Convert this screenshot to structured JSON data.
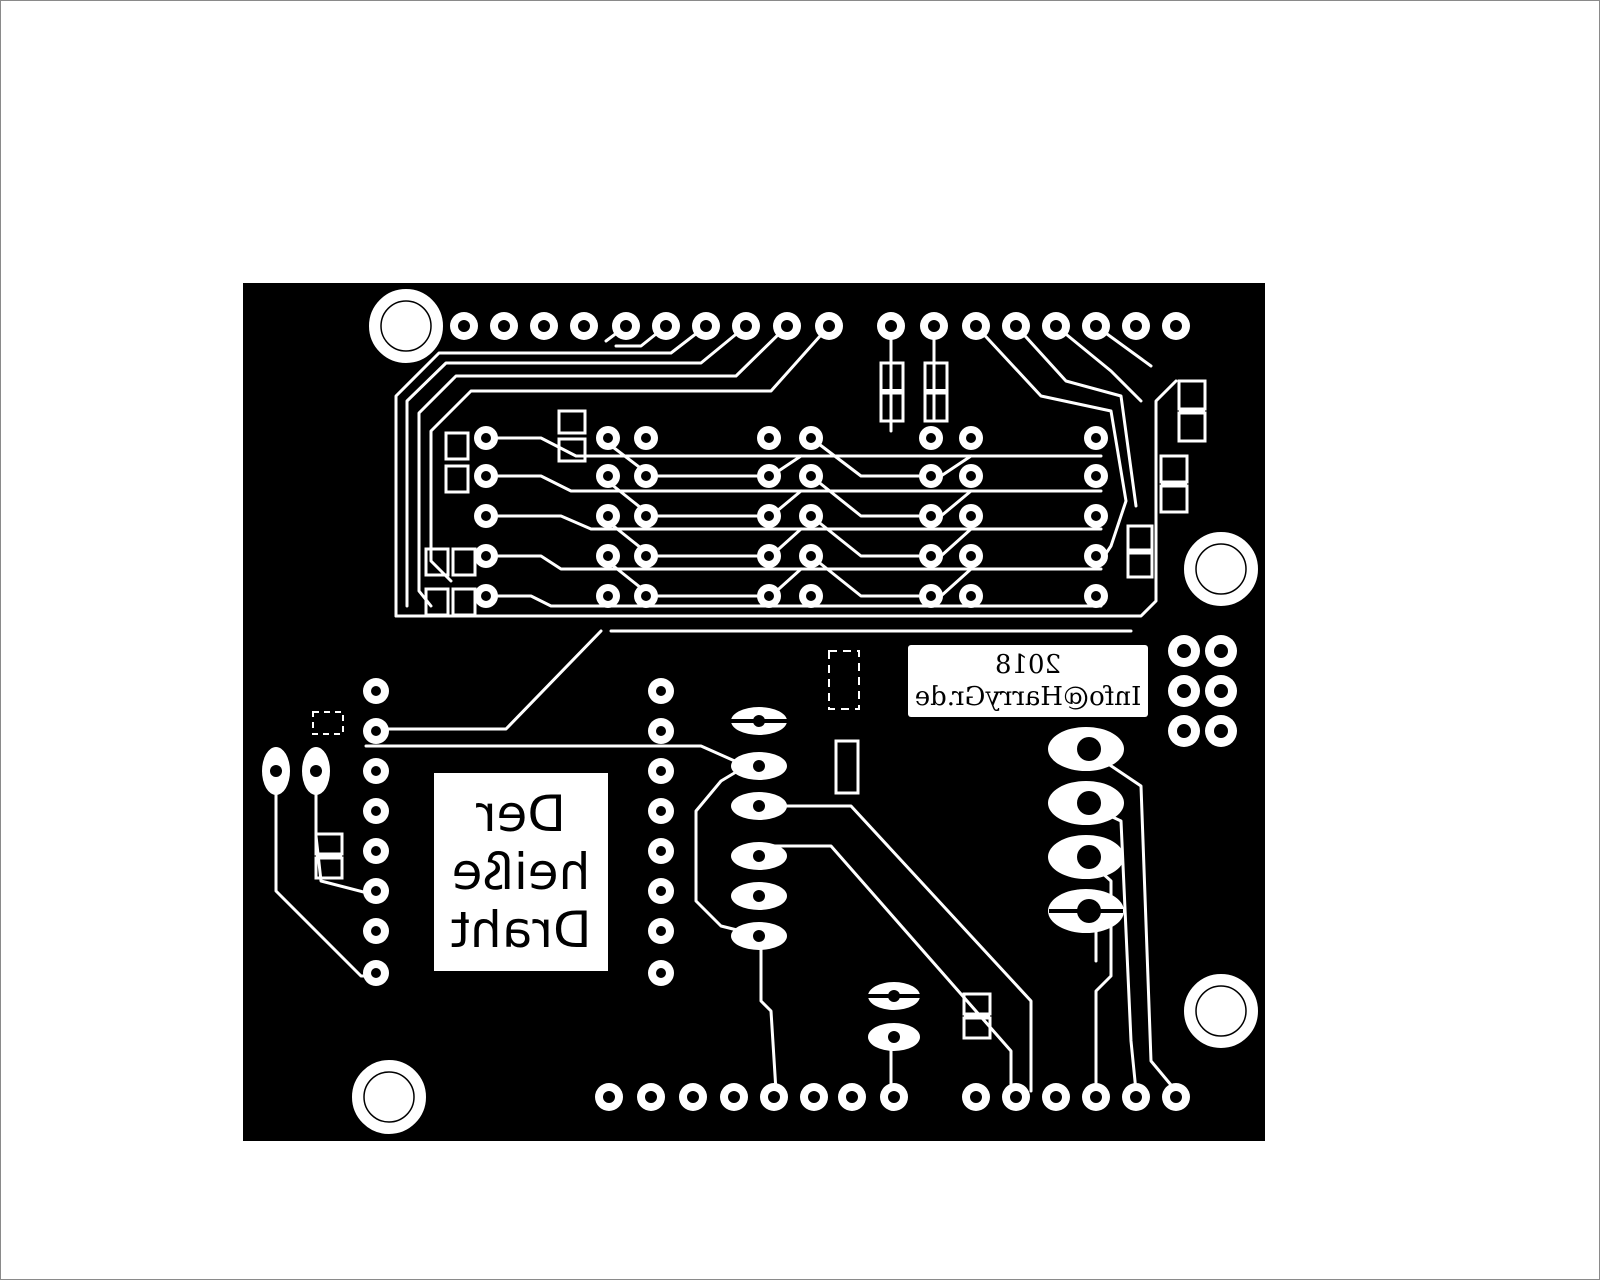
{
  "colors": {
    "paper": "#ffffff",
    "copper": "#000000",
    "isolation": "#ffffff",
    "frame": "#8a8a8a"
  },
  "title_label": {
    "line1": "Der",
    "line2": "heiße",
    "line3": "Draht"
  },
  "credit_label": {
    "year": "2018",
    "email": "Info@HarryGr.de"
  },
  "icons": [
    "mounting-hole-icon",
    "solder-pad-icon",
    "smd-pad-icon"
  ]
}
